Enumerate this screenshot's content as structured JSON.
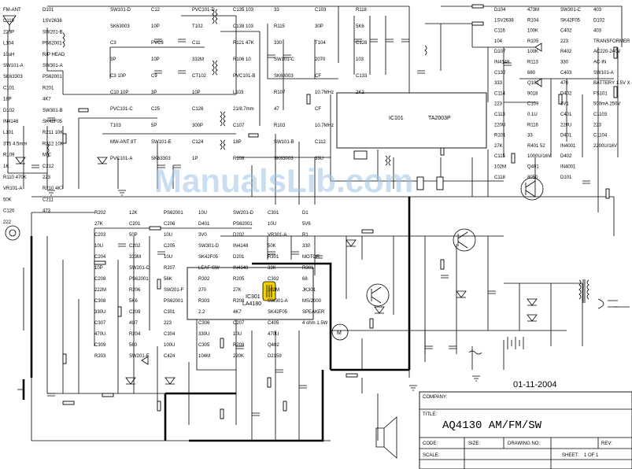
{
  "diagram": {
    "main_title": "AQ4130 AM/FM/SW",
    "date": "01-11-2004",
    "watermark": "ManualsLib.com",
    "ic_labels": [
      "TA2003P",
      "IC101",
      "IC301",
      "LA4180"
    ],
    "title_block": {
      "company": "COMPANY:",
      "title": "TITLE:",
      "code": "CODE:",
      "size": "SIZE:",
      "drawing_no": "DRAWING NO:",
      "rev": "REV:",
      "scale": "SCALE:",
      "sheet": "SHEET:",
      "sheet_value": "1  OF  1"
    },
    "labels_left": [
      "FM-ANT",
      "C119",
      "220P",
      "L104",
      "10uH",
      "SW101-A",
      "SK63303",
      "C101",
      "18P",
      "D102",
      "IN4148",
      "L101",
      "3T5 4.5mm",
      "R109",
      "1K",
      "R110 470K",
      "VR101-A",
      "50K",
      "C120",
      "222",
      "D101",
      "1SV2638",
      "SW201-B",
      "PS62001",
      "R/P HEAD",
      "SW301-A",
      "PS62001",
      "R201",
      "4K7",
      "SW301-B",
      "SK42F05",
      "R211 10K",
      "R212 10K",
      "MIC",
      "C212",
      "223",
      "R210 4K7",
      "C211",
      "473"
    ],
    "labels_top": [
      "SW101-D",
      "SK63003",
      "C3",
      "3P",
      "C3 10P",
      "C10 10P",
      "PVC101-C",
      "T103",
      "MW-ANT 8T",
      "PVC101-A",
      "C12",
      "10P",
      "PVC3",
      "10P",
      "C9",
      "3P",
      "C25",
      "5P",
      "SW101-E",
      "SK63303",
      "PVC101-D",
      "T102",
      "C11",
      "332M",
      "CT102",
      "10P",
      "C126",
      "300P",
      "C124",
      "1P",
      "C135 103",
      "C138 103",
      "R121 47K",
      "R106 10",
      "PVC101-B",
      "L103",
      "21/8.7mm",
      "C107",
      "18P",
      "R108",
      "33",
      "R115",
      "330",
      "SW101-C",
      "SK63003",
      "R107",
      "47",
      "R103",
      "SW101-B",
      "SK63003",
      "C103",
      "30P",
      "T104",
      "2070",
      "CF",
      "10.7MHz",
      "CF",
      "10.7MHz",
      "C112",
      "33U",
      "R118",
      "5K6",
      "C128",
      "103",
      "C133",
      "2K2"
    ],
    "labels_right": [
      "D104",
      "1SV2638",
      "C116",
      "104",
      "D107",
      "IN4148",
      "C132",
      "333",
      "C114",
      "223",
      "C113",
      "220U",
      "R101",
      "27K",
      "C115",
      "102M",
      "C118",
      "473M",
      "R104",
      "100K",
      "R105",
      "100K",
      "R113",
      "680",
      "Q101",
      "9018",
      "C109",
      "0.1U",
      "R116",
      "33",
      "R401 52",
      "1000U/16V",
      "Q401",
      "8050",
      "SW301-C",
      "SK42F05",
      "C402",
      "223",
      "R402",
      "330",
      "C403",
      "470",
      "D402",
      "3V1",
      "C401",
      "220U",
      "D401",
      "IN4001",
      "D402",
      "IN4001",
      "D101",
      "403",
      "D102",
      "403",
      "TRANSFORMER",
      "AC220-240V",
      "AC-IN",
      "SW101-A",
      "BATTERY 1.5V X 4",
      "FS101",
      "500mA 250V",
      "C1103",
      "223",
      "C1104",
      "2200U/16V"
    ],
    "labels_mid": [
      "R202",
      "27K",
      "C203",
      "10U",
      "C204",
      "10P",
      "C208",
      "222M",
      "C308",
      "330U",
      "C307",
      "470U",
      "C309",
      "R203",
      "12K",
      "C201",
      "50P",
      "C202",
      "333M",
      "SW201-C",
      "PS62001",
      "R206",
      "5K6",
      "C209",
      "4U7",
      "R204",
      "560",
      "SW201-E",
      "PS62001",
      "C206",
      "10U",
      "C205",
      "10U",
      "R207",
      "56K",
      "SW201-F",
      "PS62001",
      "C301",
      "223",
      "C304",
      "100U",
      "C424",
      "10U",
      "D401",
      "3V0",
      "SW301-D",
      "SK42F05",
      "LEAF-SW",
      "R302",
      "270",
      "R303",
      "2.2",
      "C306",
      "330U",
      "C305",
      "104M",
      "SW201-D",
      "PS62001",
      "D202",
      "IN4148",
      "D201",
      "IN4148",
      "R205",
      "27K",
      "R208",
      "4K7",
      "C207",
      "10U",
      "R209",
      "220K",
      "C301",
      "10U",
      "VR301-A",
      "50K",
      "R301",
      "33K",
      "C302",
      "102M",
      "SW301-A",
      "SK42F05",
      "C405",
      "470U",
      "Q402",
      "D2159",
      "D1",
      "5V6",
      "R1",
      "330",
      "MOTOR",
      "R301",
      "68",
      "JK301",
      "MS/2000",
      "SPEAKER",
      "4 ohm 1.5W"
    ]
  }
}
